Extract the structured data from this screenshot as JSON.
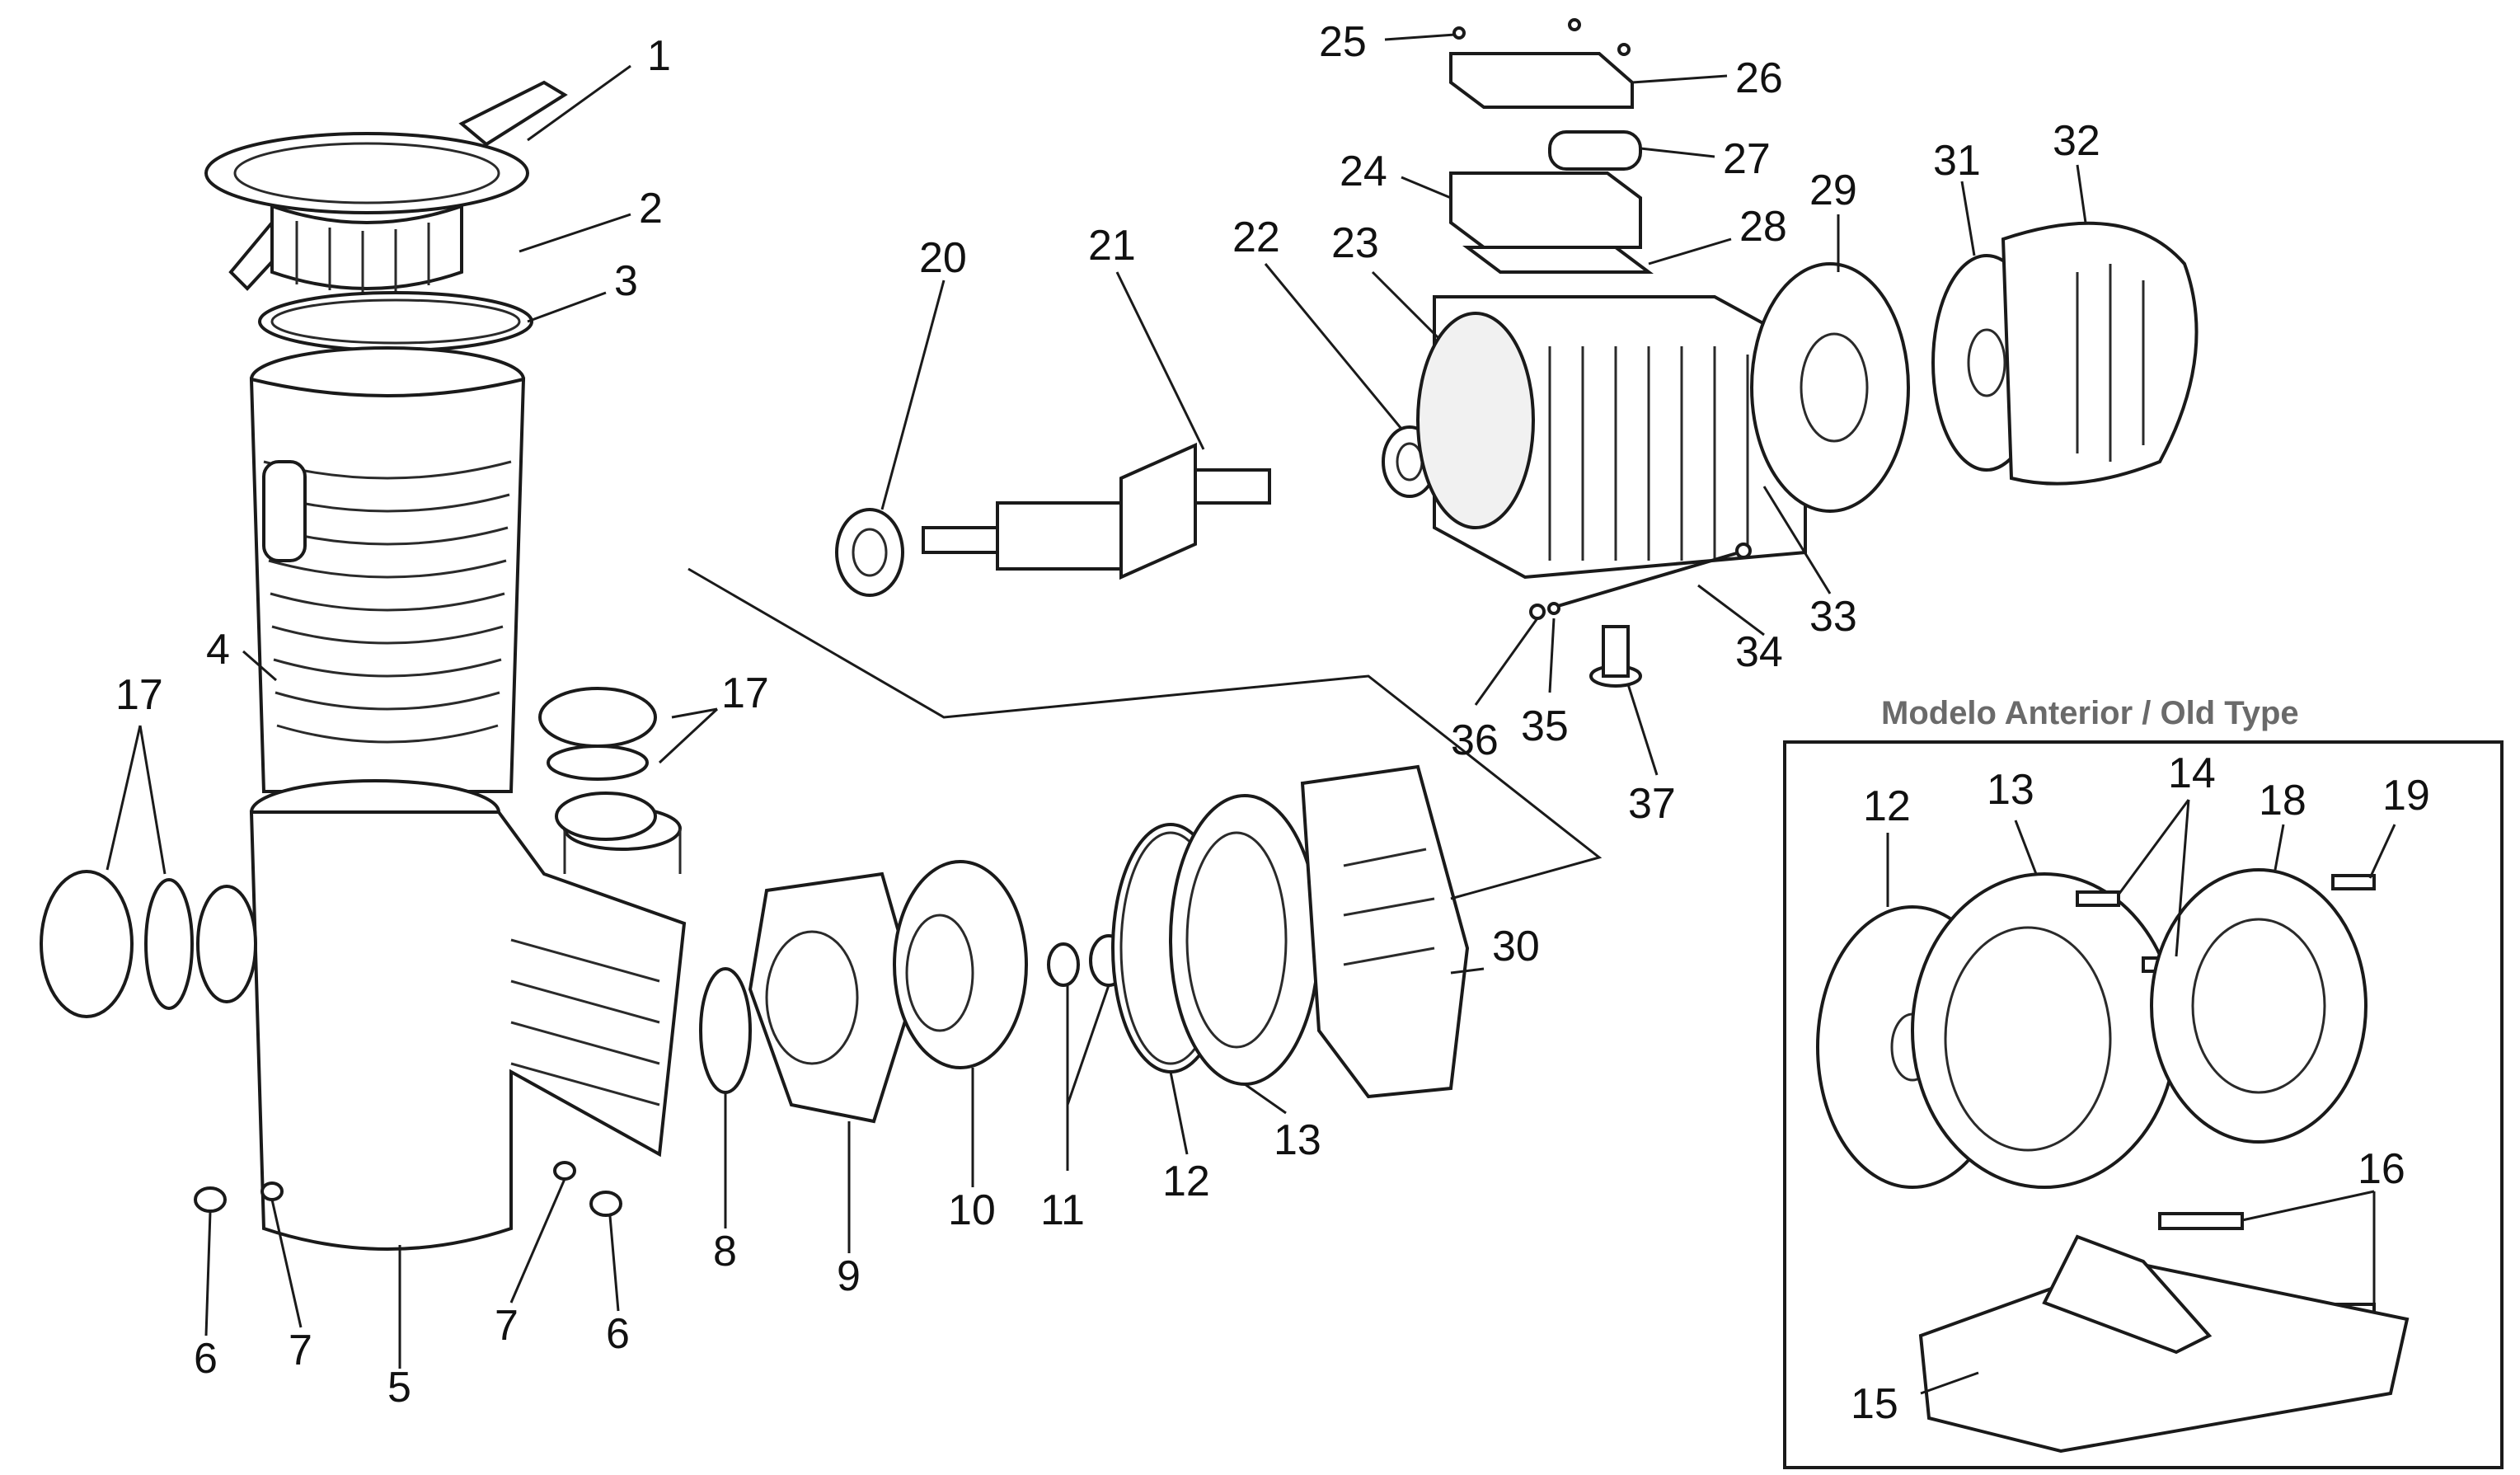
{
  "inset": {
    "title": "Modelo Anterior / Old Type"
  },
  "callouts": {
    "c1": "1",
    "c2": "2",
    "c3": "3",
    "c4": "4",
    "c5": "5",
    "c6a": "6",
    "c6b": "6",
    "c7a": "7",
    "c7b": "7",
    "c8": "8",
    "c9": "9",
    "c10": "10",
    "c11": "11",
    "c12": "12",
    "c13": "13",
    "c17a": "17",
    "c17b": "17",
    "c20": "20",
    "c21": "21",
    "c22": "22",
    "c23": "23",
    "c24": "24",
    "c25": "25",
    "c26": "26",
    "c27": "27",
    "c28": "28",
    "c29": "29",
    "c30": "30",
    "c31": "31",
    "c32": "32",
    "c33": "33",
    "c34": "34",
    "c35": "35",
    "c36": "36",
    "c37": "37",
    "i12": "12",
    "i13": "13",
    "i14": "14",
    "i15": "15",
    "i16": "16",
    "i18": "18",
    "i19": "19"
  }
}
